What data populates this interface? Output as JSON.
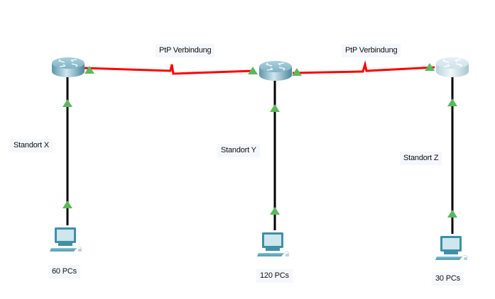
{
  "diagram": {
    "colors": {
      "serial_link": "#ff0000",
      "ethernet_link": "#000000",
      "port_up": "#5cb85c",
      "label_bg": "#f5f7fc"
    },
    "routers": [
      {
        "id": "router-x",
        "site": "X",
        "icon": "router-icon",
        "state": "active"
      },
      {
        "id": "router-y",
        "site": "Y",
        "icon": "router-icon",
        "state": "active"
      },
      {
        "id": "router-z",
        "site": "Z",
        "icon": "router-icon",
        "state": "faded"
      }
    ],
    "pcs": [
      {
        "id": "pc-x",
        "icon": "pc-icon",
        "label": "60 PCs"
      },
      {
        "id": "pc-y",
        "icon": "pc-icon",
        "label": "120 PCs"
      },
      {
        "id": "pc-z",
        "icon": "pc-icon",
        "label": "30 PCs"
      }
    ],
    "sites": [
      {
        "label": "Standort X"
      },
      {
        "label": "Standort Y"
      },
      {
        "label": "Standort Z"
      }
    ],
    "links": [
      {
        "from": "router-x",
        "to": "router-y",
        "type": "serial",
        "label": "PtP Verbindung"
      },
      {
        "from": "router-y",
        "to": "router-z",
        "type": "serial",
        "label": "PtP Verbindung"
      },
      {
        "from": "router-x",
        "to": "pc-x",
        "type": "ethernet"
      },
      {
        "from": "router-y",
        "to": "pc-y",
        "type": "ethernet"
      },
      {
        "from": "router-z",
        "to": "pc-z",
        "type": "ethernet"
      }
    ]
  }
}
